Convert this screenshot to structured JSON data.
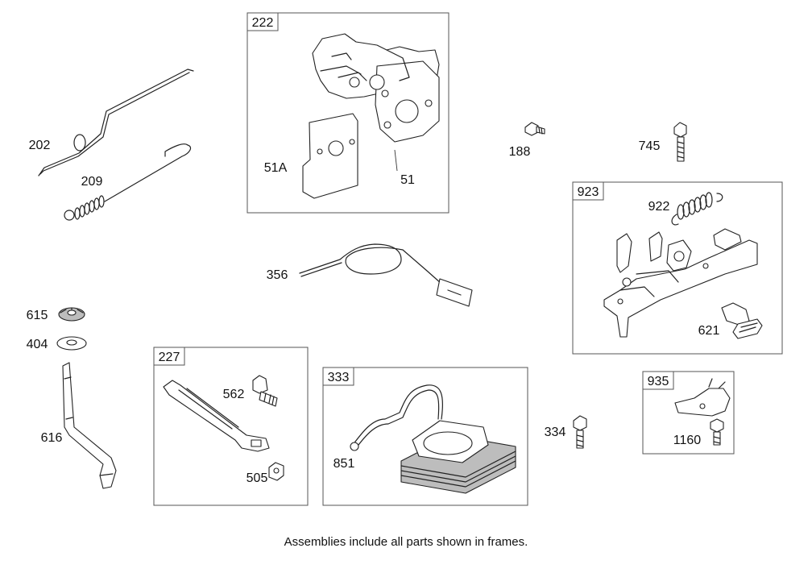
{
  "frames": [
    {
      "id": "222",
      "number": "222"
    },
    {
      "id": "923",
      "number": "923"
    },
    {
      "id": "227",
      "number": "227"
    },
    {
      "id": "333",
      "number": "333"
    },
    {
      "id": "935",
      "number": "935"
    }
  ],
  "part_labels": {
    "p202": "202",
    "p209": "209",
    "p51A": "51A",
    "p51": "51",
    "p188": "188",
    "p745": "745",
    "p922": "922",
    "p621": "621",
    "p356": "356",
    "p615": "615",
    "p404": "404",
    "p616": "616",
    "p562": "562",
    "p505": "505",
    "p851": "851",
    "p334": "334",
    "p1160": "1160"
  },
  "footnote": "Assemblies include all parts shown in frames."
}
